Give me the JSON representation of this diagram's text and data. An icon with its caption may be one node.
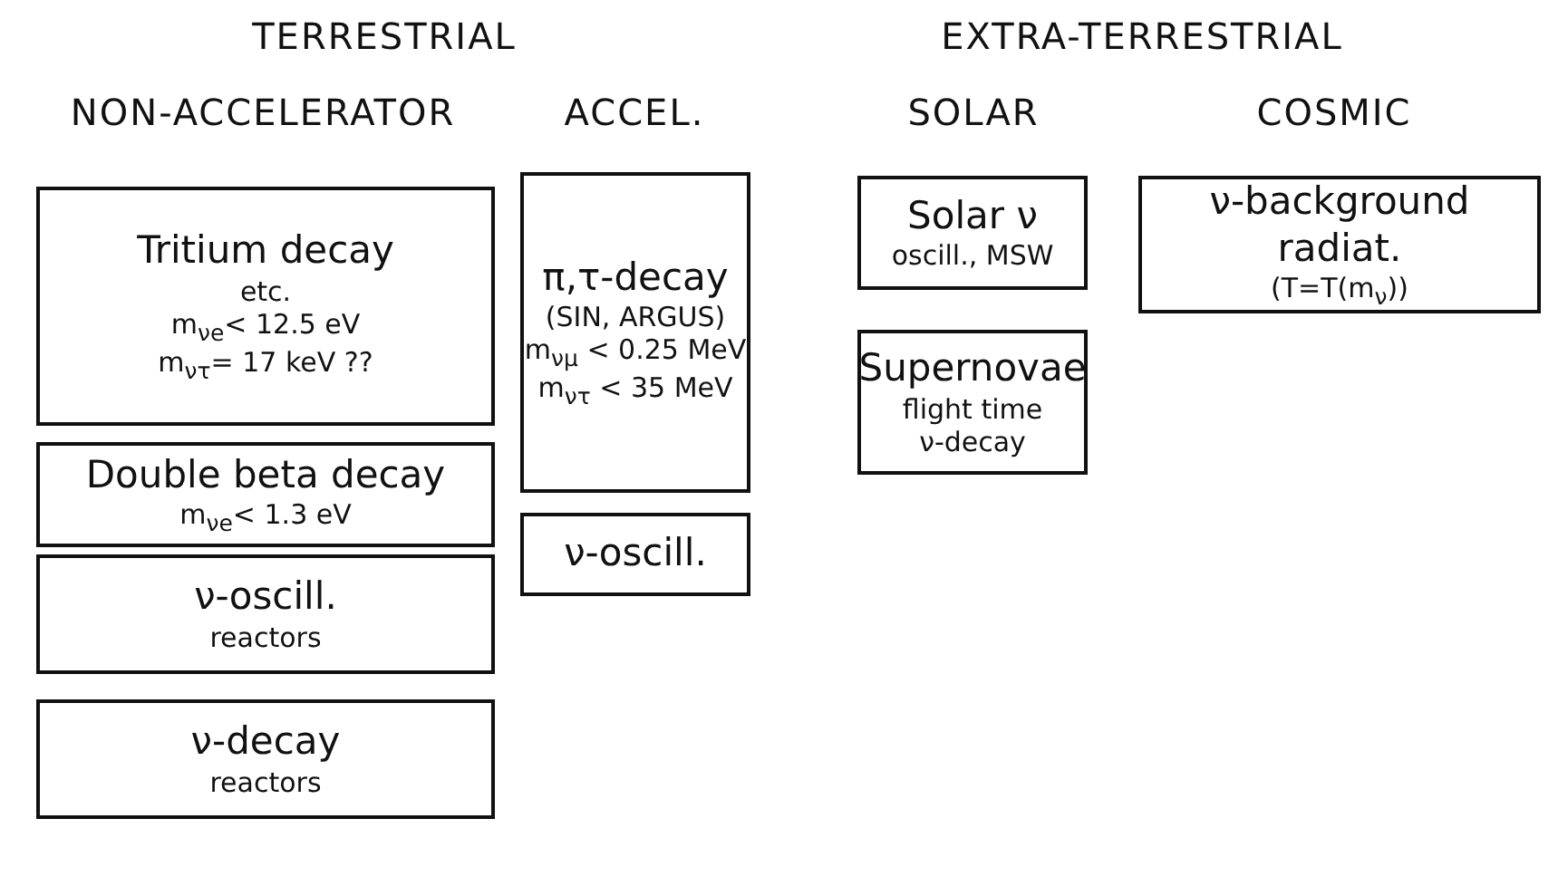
{
  "diagram": {
    "nodes": [
      {
        "text": [
          "Tritium decay",
          "etc.",
          "m$_{νe}$< 12.5 eV",
          "m$_{ντ}$= 17 keV ??"
        ]
      },
      {
        "text": [
          "Double beta decay",
          "m$_{νe}$< 1.3 eV"
        ]
      },
      {
        "text": [
          "ν-oscill.",
          "reactors"
        ]
      },
      {
        "text": [
          "ν-decay",
          "reactors"
        ]
      },
      {
        "text": [
          "π,τ-decay",
          "(SIN, ARGUS)",
          "m$_{νμ}$ < 0.25 MeV",
          "m$_{ντ}$ < 35 MeV"
        ]
      },
      {
        "text": [
          "ν-oscill."
        ]
      },
      {
        "text": [
          "Solar ν",
          "oscill., MSW"
        ]
      },
      {
        "text": [
          "Supernovae",
          "flight time",
          "ν-decay"
        ]
      },
      {
        "text": [
          "ν-background",
          "radiat.",
          "(T=T(m$_{ν}$))"
        ]
      }
    ],
    "edges": [],
    "labels": [
      "TERRESTRIAL",
      "EXTRA-TERRESTRIAL",
      "NON-ACCELERATOR",
      "ACCEL.",
      "SOLAR",
      "COSMIC"
    ]
  }
}
